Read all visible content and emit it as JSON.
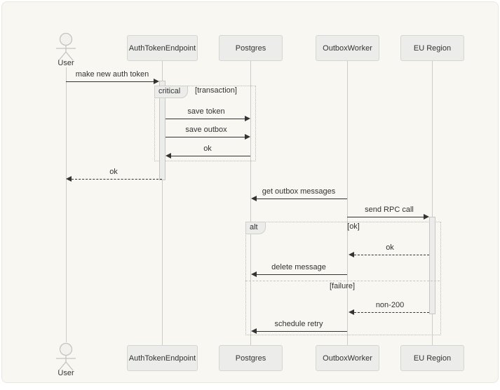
{
  "diagram_type": "sequence-diagram",
  "actor": {
    "label": "User"
  },
  "participants": [
    {
      "label": "AuthTokenEndpoint"
    },
    {
      "label": "Postgres"
    },
    {
      "label": "OutboxWorker"
    },
    {
      "label": "EU Region"
    }
  ],
  "frames": {
    "critical": {
      "title": "critical",
      "condition": "[transaction]"
    },
    "alt": {
      "title": "alt",
      "sections": [
        {
          "condition": "[ok]"
        },
        {
          "condition": "[failure]"
        }
      ]
    }
  },
  "messages": [
    {
      "label": "make new auth token",
      "from": "User",
      "to": "AuthTokenEndpoint",
      "style": "solid"
    },
    {
      "label": "save token",
      "from": "AuthTokenEndpoint",
      "to": "Postgres",
      "style": "solid"
    },
    {
      "label": "save outbox",
      "from": "AuthTokenEndpoint",
      "to": "Postgres",
      "style": "solid"
    },
    {
      "label": "ok",
      "from": "Postgres",
      "to": "AuthTokenEndpoint",
      "style": "solid"
    },
    {
      "label": "ok",
      "from": "AuthTokenEndpoint",
      "to": "User",
      "style": "dashed"
    },
    {
      "label": "get outbox messages",
      "from": "OutboxWorker",
      "to": "Postgres",
      "style": "solid"
    },
    {
      "label": "send RPC call",
      "from": "OutboxWorker",
      "to": "EU Region",
      "style": "solid"
    },
    {
      "label": "ok",
      "from": "EU Region",
      "to": "OutboxWorker",
      "style": "dashed"
    },
    {
      "label": "delete message",
      "from": "OutboxWorker",
      "to": "Postgres",
      "style": "solid"
    },
    {
      "label": "non-200",
      "from": "EU Region",
      "to": "OutboxWorker",
      "style": "dashed"
    },
    {
      "label": "schedule retry",
      "from": "OutboxWorker",
      "to": "Postgres",
      "style": "solid"
    }
  ],
  "colors": {
    "canvas_bg": "#f8f7f2",
    "box_fill": "#ececea",
    "box_border": "#d5d5d2",
    "lifeline": "#cbcbc9",
    "frame_border": "#b8b8b4",
    "arrow": "#333333",
    "text": "#333333"
  }
}
